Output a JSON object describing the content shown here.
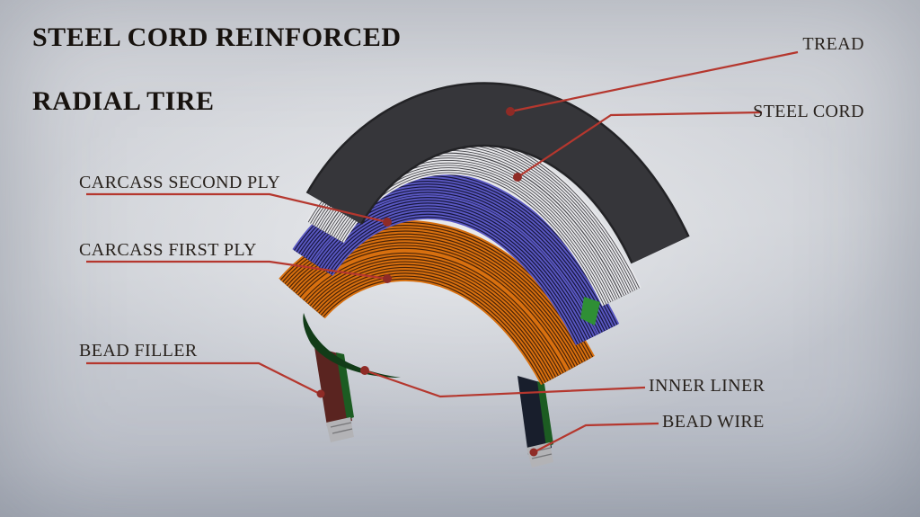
{
  "title": {
    "line1": "STEEL CORD REINFORCED",
    "line2": "RADIAL TIRE"
  },
  "labels": {
    "tread": "TREAD",
    "steel_cord": "STEEL CORD",
    "carcass_second_ply": "CARCASS SECOND PLY",
    "carcass_first_ply": "CARCASS FIRST PLY",
    "bead_filler": "BEAD FILLER",
    "inner_liner": "INNER LINER",
    "bead_wire": "BEAD WIRE"
  },
  "colors": {
    "title_text": "#17120e",
    "label_text": "#27211c",
    "leader_line": "#b5372e",
    "callout_dot": "#8f2b26",
    "tread_edge": "#232326",
    "tread_surface": "#36363a",
    "steel_cord_base": "#e9e9ec",
    "steel_cord_stripe": "#47474c",
    "carcass_second_ply_base": "#5a58c2",
    "carcass_second_ply_stripe": "#17173e",
    "carcass_first_ply_base": "#d8700f",
    "carcass_first_ply_stripe": "#4a2408",
    "inner_liner": "#1c5c22",
    "inner_liner_dark": "#123c18",
    "green_patch": "#2f8f35",
    "bead_filler": "#5a2420",
    "bead_dark": "#181e2c",
    "bead_wire": "#b3b3b6"
  }
}
